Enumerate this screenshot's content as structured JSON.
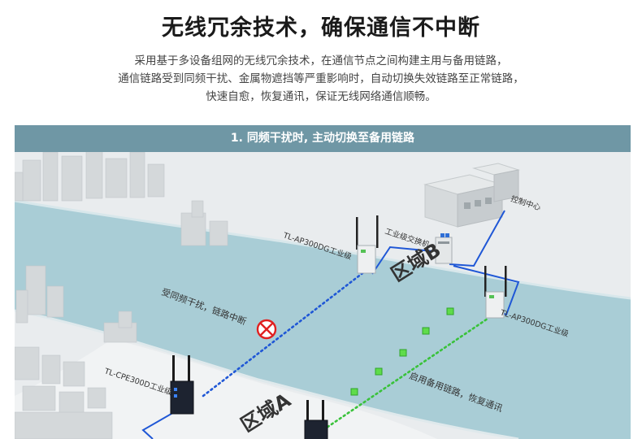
{
  "header": {
    "title": "无线冗余技术，确保通信不中断",
    "description_lines": [
      "采用基于多设备组网的无线冗余技术，在通信节点之间构建主用与备用链路，",
      "通信链路受到同频干扰、金属物遮挡等严重影响时，自动切换失效链路至正常链路，",
      "快速自愈，恢复通讯，保证无线网络通信顺畅。"
    ]
  },
  "panel": {
    "banner": "1. 同频干扰时, 主动切换至备用链路"
  },
  "diagram": {
    "labels": {
      "control_center": "控制中心",
      "switch": "工业级交换机",
      "ap_top": "TL-AP300DG工业级",
      "ap_right": "TL-AP300DG工业级",
      "cpe": "TL-CPE300D工业级",
      "interference": "受同频干扰，链路中断",
      "backup": "启用备用链路，恢复通讯",
      "region_a": "区域A",
      "region_b": "区域B"
    },
    "colors": {
      "banner": "#6f97a5",
      "river": "#a9cdd6",
      "wired_link": "#1f57d6",
      "broken_link": "#1f57d6",
      "backup_link": "#39c23a",
      "interference_mark": "#e02020"
    }
  }
}
